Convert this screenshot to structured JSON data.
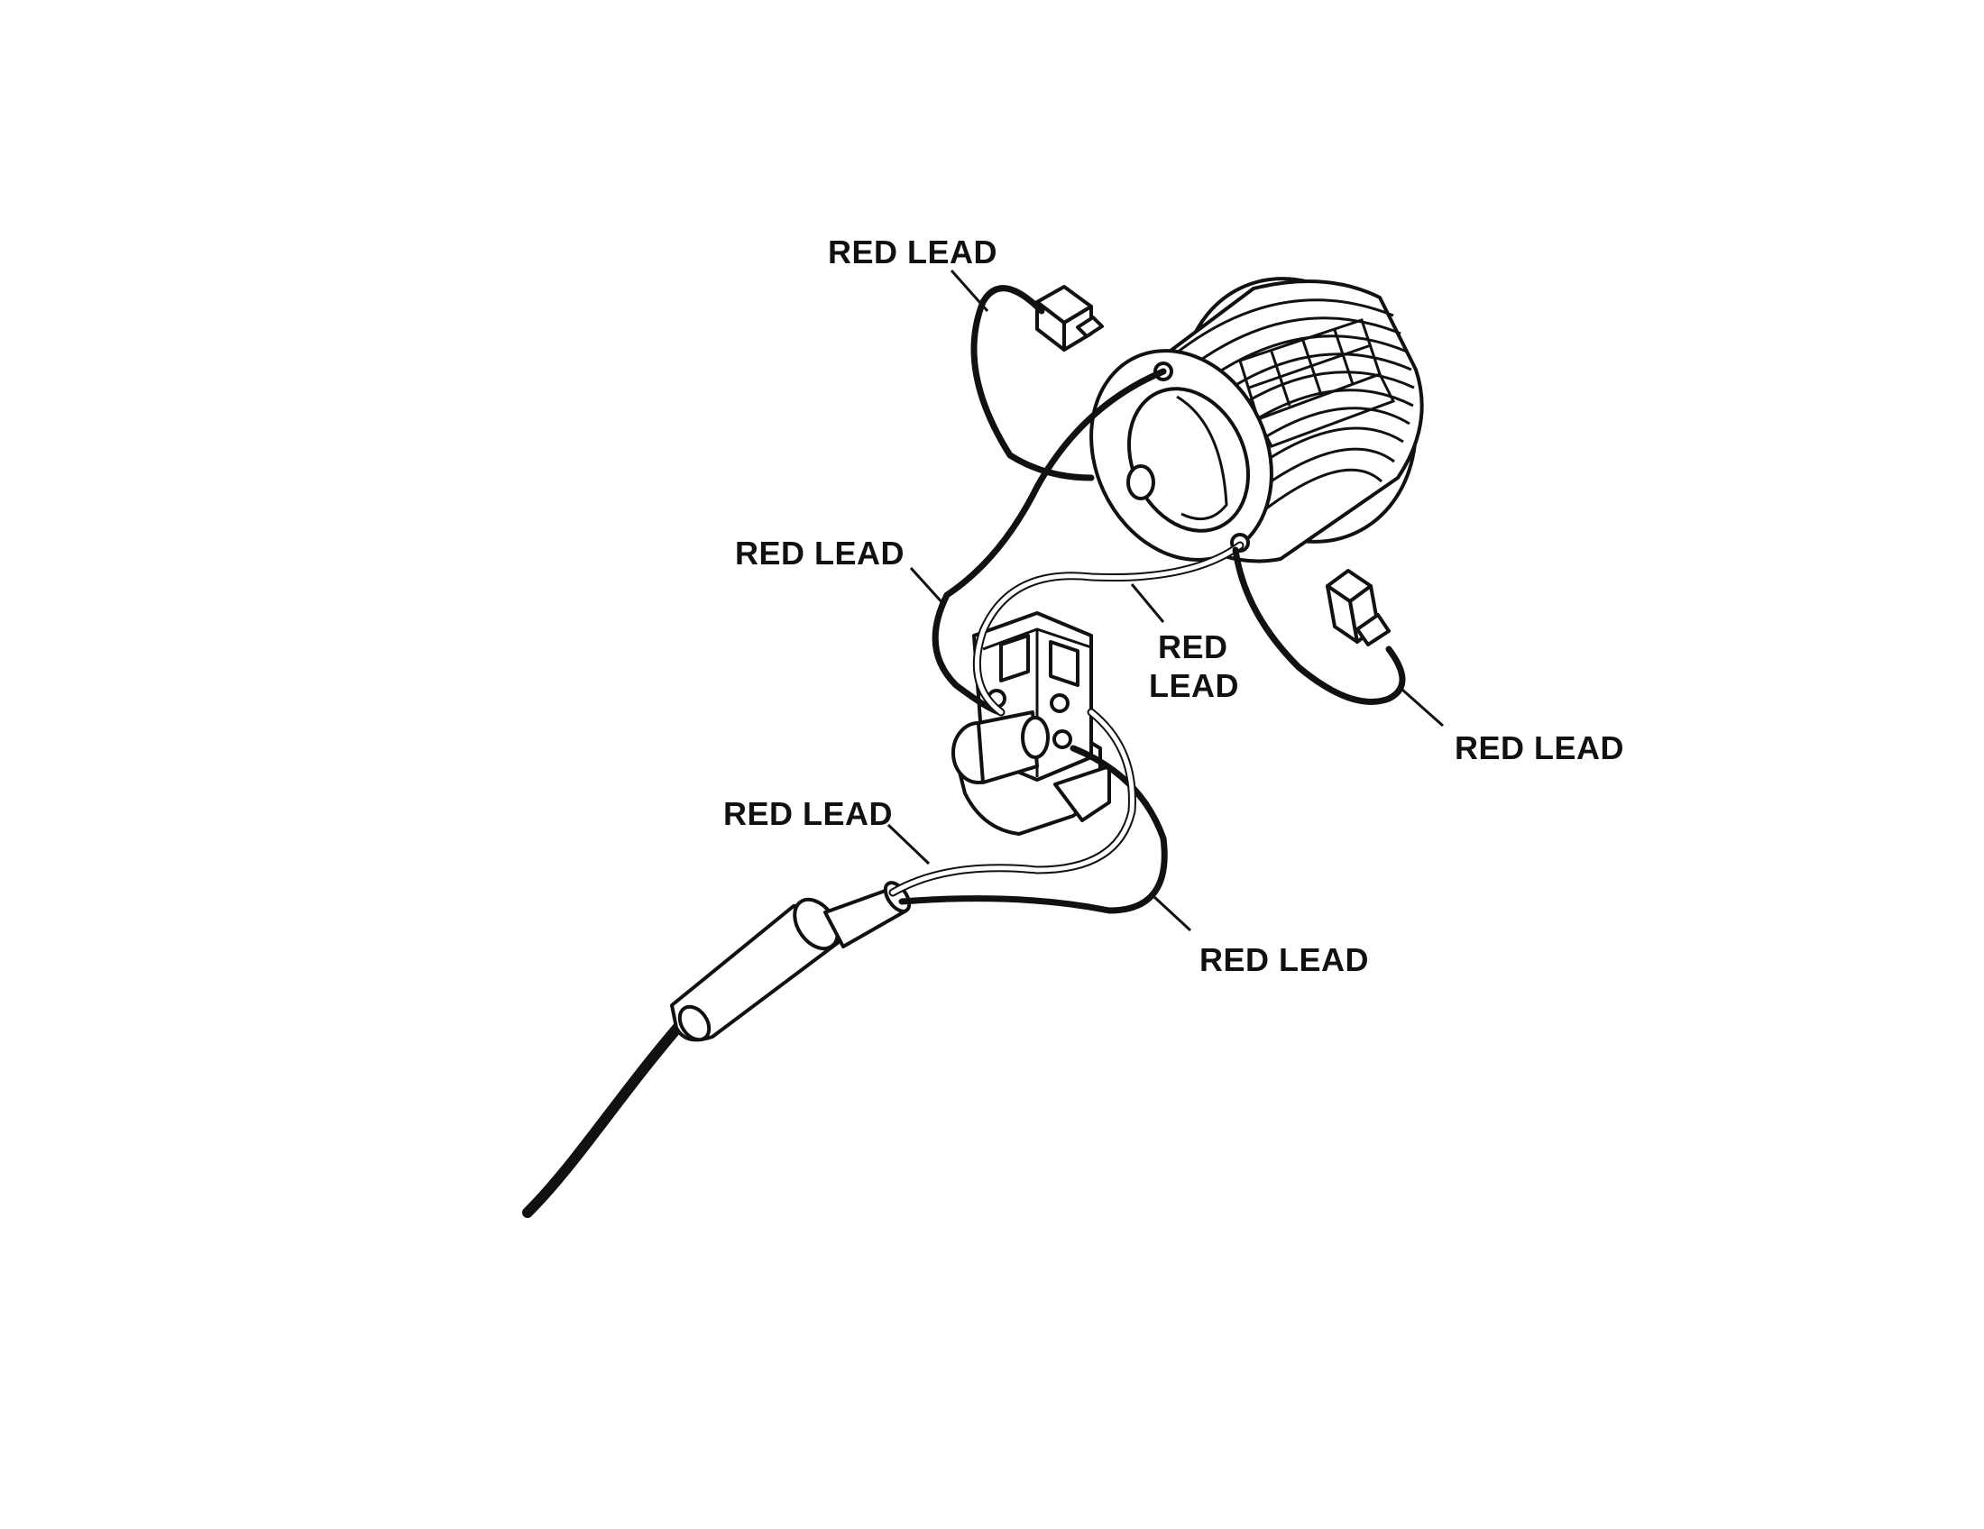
{
  "labels": {
    "l1": "RED LEAD",
    "l2": "RED LEAD",
    "l3a": "RED",
    "l3b": "LEAD",
    "l4": "RED LEAD",
    "l5": "RED LEAD",
    "l6": "RED LEAD"
  }
}
